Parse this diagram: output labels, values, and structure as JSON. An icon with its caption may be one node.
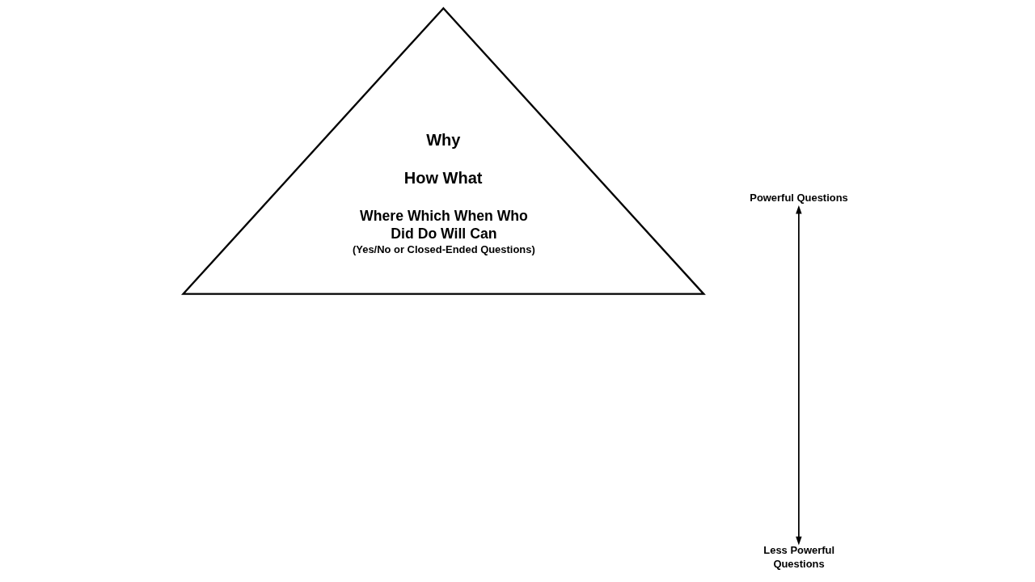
{
  "diagram": {
    "nodes": [
      {
        "text": [
          "Why",
          "How What",
          "Where Which When Who Did Do Will Can",
          "(Yes/No or Closed-Ended Questions)"
        ]
      },
      {
        "text": [
          "Powerful Questions"
        ]
      },
      {
        "text": [
          "Less Powerful Questions"
        ]
      }
    ],
    "edges": [
      {
        "from": 1,
        "to": 2,
        "arrow": "both"
      }
    ]
  }
}
